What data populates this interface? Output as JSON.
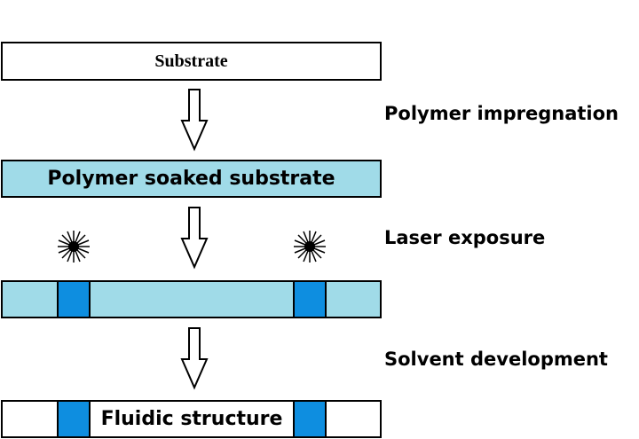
{
  "colors": {
    "light_blue": "#a0dbe8",
    "exposed_blue": "#0e8ee0",
    "white": "#ffffff",
    "outline": "#000000"
  },
  "layers": {
    "substrate": "Substrate",
    "soaked": "Polymer soaked substrate",
    "final": "Fluidic structure"
  },
  "steps": {
    "impregnation": "Polymer impregnation",
    "exposure": "Laser exposure",
    "development": "Solvent development"
  },
  "icons": {
    "arrow": "down-arrow-icon",
    "laser": "laser-burst-icon"
  }
}
